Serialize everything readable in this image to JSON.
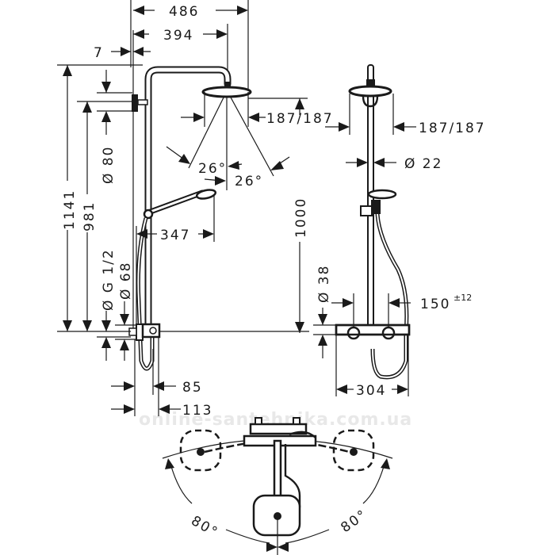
{
  "diagram": {
    "type": "technical-drawing",
    "subject": "Shower system dimensions (front, side and top view)",
    "watermark": "online-santehnika.com.ua",
    "front_view": {
      "width_total": "486",
      "width_head": "394",
      "wall_offset": "7",
      "height_total": "1141",
      "height_wall_mount": "981",
      "mount_dia_upper": "Ø 80",
      "connection": "Ø G 1/2",
      "mount_dia_lower": "Ø 68",
      "head_spray_width": "187/187",
      "spray_angle_left": "26°",
      "spray_angle_right": "26°",
      "hand_shower_reach": "347",
      "height_above_mixer": "1000",
      "mixer_depth_inner": "85",
      "mixer_depth_outer": "113"
    },
    "side_view": {
      "head_spray_width": "187/187",
      "rail_dia": "Ø 22",
      "mixer_dia": "Ø 38",
      "connection_spacing": "150",
      "connection_tolerance": "±12",
      "mixer_width": "304"
    },
    "top_view": {
      "rotation_left": "80°",
      "rotation_right": "80°"
    }
  }
}
